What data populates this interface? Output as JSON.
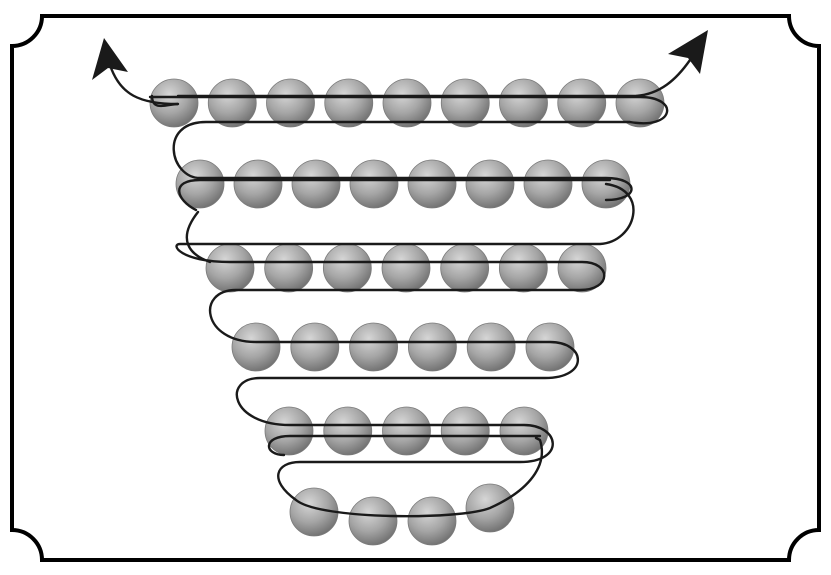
{
  "figure": {
    "top_text": "",
    "bead_rows": [
      9,
      8,
      7,
      6,
      5,
      4
    ],
    "colors": {
      "frame": "#000000",
      "background": "#ffffff",
      "bead_light": "#d6d6d6",
      "bead_mid": "#a5a5a5",
      "bead_dark": "#6e6e6e",
      "thread": "#1a1a1a"
    },
    "arrows": [
      "arrow-left-icon",
      "arrow-right-icon"
    ]
  }
}
